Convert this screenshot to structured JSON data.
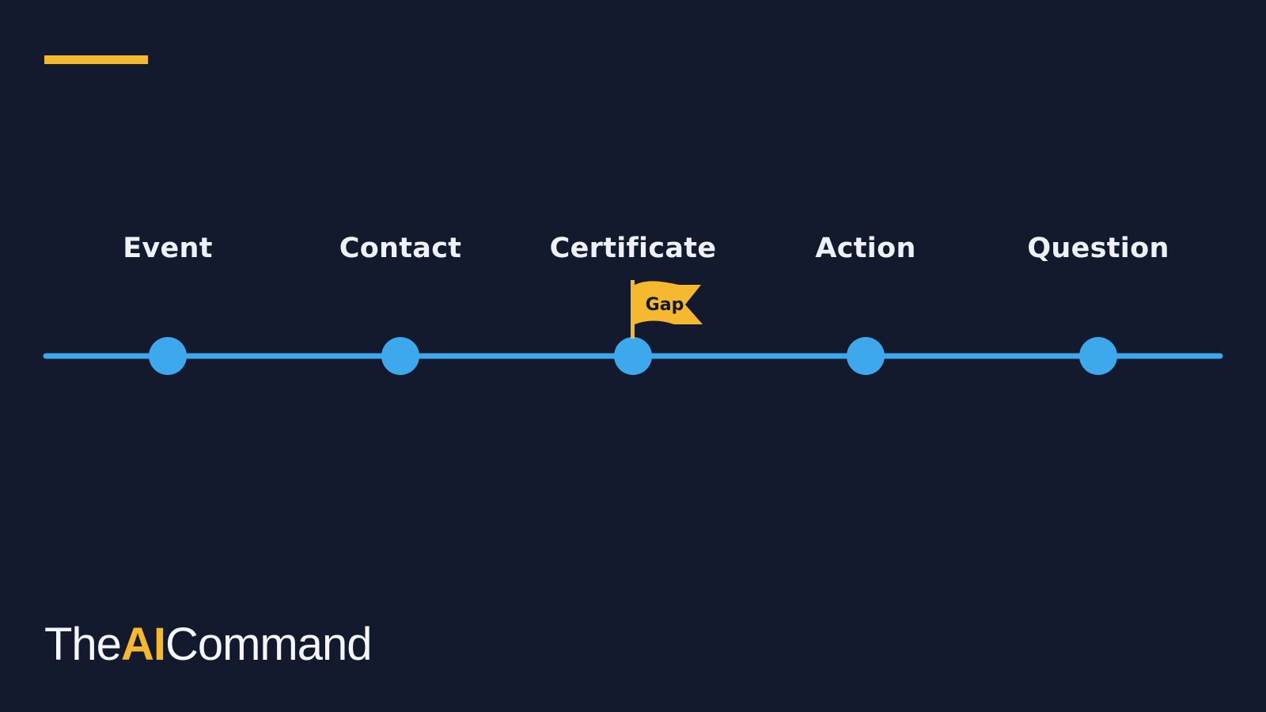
{
  "timeline": {
    "steps": [
      {
        "label": "Event"
      },
      {
        "label": "Contact"
      },
      {
        "label": "Certificate"
      },
      {
        "label": "Action"
      },
      {
        "label": "Question"
      }
    ],
    "flag": {
      "label": "Gap",
      "step_index": 2
    }
  },
  "logo": {
    "part1": "The",
    "part2": "AI",
    "part3": "Command"
  },
  "colors": {
    "background": "#131a2e",
    "timeline": "#3ea8ec",
    "accent": "#f5b82e",
    "text": "#eef1f6"
  }
}
